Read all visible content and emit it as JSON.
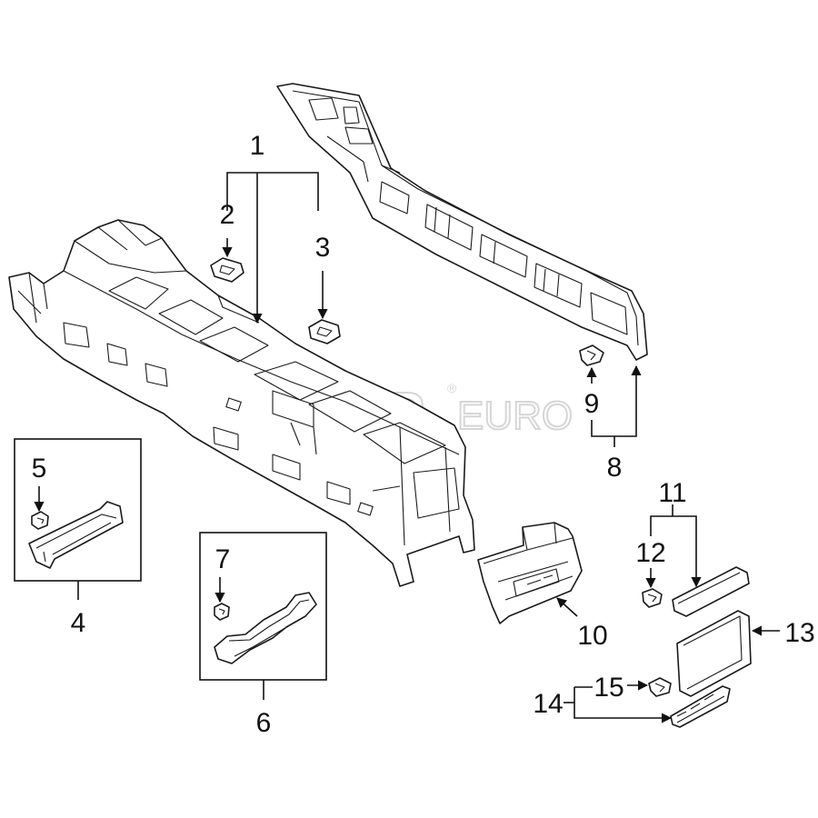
{
  "watermark": {
    "brand_main": "FCP",
    "brand_suffix": "EURO",
    "registered_mark": "®"
  },
  "callouts": {
    "c1": "1",
    "c2": "2",
    "c3": "3",
    "c4": "4",
    "c5": "5",
    "c6": "6",
    "c7": "7",
    "c8": "8",
    "c9": "9",
    "c10": "10",
    "c11": "11",
    "c12": "12",
    "c13": "13",
    "c14": "14",
    "c15": "15"
  }
}
